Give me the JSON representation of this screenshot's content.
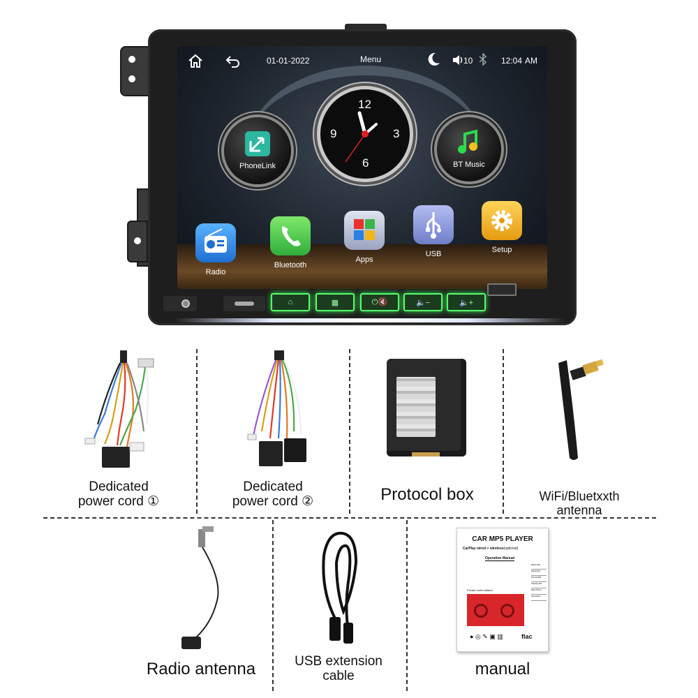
{
  "device": {
    "status_bar": {
      "date": "01-01-2022",
      "title": "Menu",
      "volume": "10",
      "time": "12:04",
      "time_suffix": "AM",
      "icons": [
        "home-icon",
        "back-icon",
        "moon-icon",
        "volume-icon",
        "bluetooth-icon"
      ]
    },
    "dials": {
      "left_label": "PhoneLink",
      "right_label": "BT Music",
      "clock_numbers": [
        "12",
        "3",
        "6",
        "9"
      ]
    },
    "apps": [
      {
        "label": "Radio",
        "icon": "radio-icon",
        "color": "#2f8fe6"
      },
      {
        "label": "Bluetooth",
        "icon": "phone-icon",
        "color": "#3ec249"
      },
      {
        "label": "Apps",
        "icon": "grid-icon",
        "color": "#b8c2d9"
      },
      {
        "label": "USB",
        "icon": "usb-icon",
        "color": "#8d9ae0"
      },
      {
        "label": "Setup",
        "icon": "gear-icon",
        "color": "#f0b51b"
      }
    ],
    "hardware_buttons": [
      {
        "icon": "home-icon",
        "glyph": "⌂"
      },
      {
        "icon": "apps-icon",
        "glyph": "▦"
      },
      {
        "icon": "power-mute-icon",
        "glyph": "⏻🔇"
      },
      {
        "icon": "volume-down-icon",
        "glyph": "🔈−"
      },
      {
        "icon": "volume-up-icon",
        "glyph": "🔈+"
      }
    ],
    "accent_color": "#56ff6b"
  },
  "accessories": {
    "row1": [
      {
        "line1": "Dedicated",
        "line2": "power cord ①"
      },
      {
        "line1": "Dedicated",
        "line2": "power cord ②"
      },
      {
        "line1": "Protocol box"
      },
      {
        "line1": "WiFi/Bluetxxth",
        "line2": "antenna"
      }
    ],
    "row2": [
      {
        "line1": "Radio antenna"
      },
      {
        "line1": "USB extension",
        "line2": "cable"
      },
      {
        "line1": "manual"
      }
    ]
  },
  "manual": {
    "title": "CAR MP5 PLAYER",
    "subtitle": "CarPlay wired + wireless",
    "subtitle_note": "(optional)",
    "section": "Operation Manual",
    "board_label": "Private mold radiator",
    "languages": [
      "ENGLISH",
      "ESPAÑOL",
      "PУССКИЙ",
      "FRANÇAIS",
      "DEUTSCH",
      "ITALIANO"
    ],
    "badge": "flac"
  }
}
